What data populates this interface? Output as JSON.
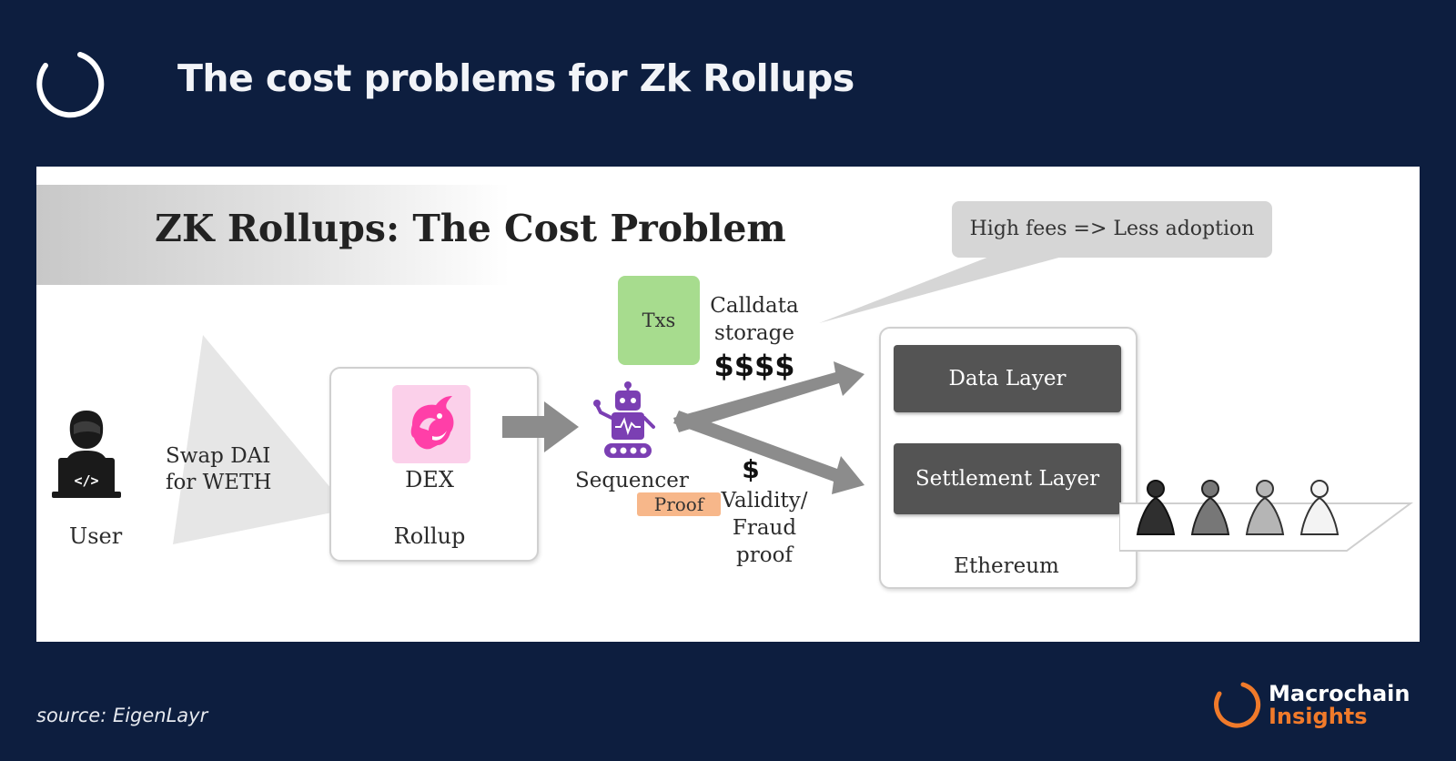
{
  "header": {
    "title": "The cost problems for Zk Rollups"
  },
  "diagram": {
    "title": "ZK Rollups: The Cost Problem",
    "callout": "High fees => Less adoption",
    "user_label": "User",
    "request_label": "Swap DAI for WETH",
    "dex_label": "DEX",
    "rollup_label": "Rollup",
    "sequencer_label": "Sequencer",
    "txs_label": "Txs",
    "calldata_label": "Calldata storage",
    "calldata_cost": "$$$$",
    "proof_tag": "Proof",
    "proof_cost": "$",
    "proof_label": "Validity/ Fraud proof",
    "data_layer": "Data Layer",
    "settlement_layer": "Settlement Layer",
    "ethereum_label": "Ethereum",
    "code_symbol": "</>"
  },
  "footer": {
    "source": "source: EigenLayr",
    "brand_line1": "Macrochain",
    "brand_line2": "Insights"
  },
  "colors": {
    "background": "#0d1e3f",
    "brand_orange": "#f07a2a",
    "txs_green": "#a7dc8e",
    "proof_orange": "#f7b78a",
    "layer_dark": "#545454",
    "robot_purple": "#7b3fb3"
  }
}
